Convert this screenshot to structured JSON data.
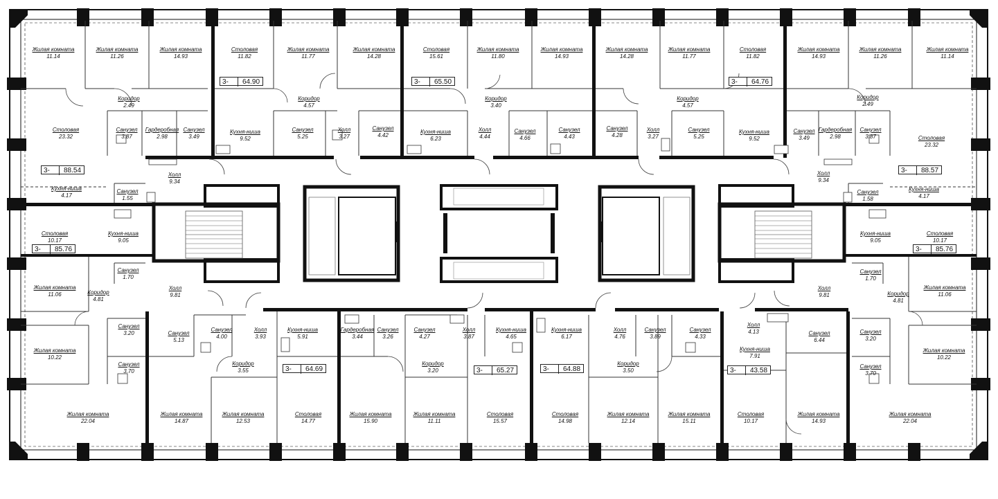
{
  "plan": {
    "rooms": [
      {
        "name": "Жилая комната",
        "area": "11.14"
      },
      {
        "name": "Жилая комната",
        "area": "11.26"
      },
      {
        "name": "Жилая комната",
        "area": "14.93"
      },
      {
        "name": "Столовая",
        "area": "11.82"
      },
      {
        "name": "Жилая комната",
        "area": "11.77"
      },
      {
        "name": "Жилая комната",
        "area": "14.28"
      },
      {
        "name": "Столовая",
        "area": "15.61"
      },
      {
        "name": "Жилая комната",
        "area": "11.80"
      },
      {
        "name": "Жилая комната",
        "area": "14.93"
      },
      {
        "name": "Жилая комната",
        "area": "14.28"
      },
      {
        "name": "Жилая комната",
        "area": "11.77"
      },
      {
        "name": "Столовая",
        "area": "11.82"
      },
      {
        "name": "Жилая комната",
        "area": "14.93"
      },
      {
        "name": "Жилая комната",
        "area": "11.26"
      },
      {
        "name": "Жилая комната",
        "area": "11.14"
      },
      {
        "name": "Коридор",
        "area": "2.49"
      },
      {
        "name": "Коридор",
        "area": "4.57"
      },
      {
        "name": "Коридор",
        "area": "3.40"
      },
      {
        "name": "Коридор",
        "area": "4.57"
      },
      {
        "name": "Коридор",
        "area": "2.49"
      },
      {
        "name": "Столовая",
        "area": "23.32"
      },
      {
        "name": "Санузел",
        "area": "3.87"
      },
      {
        "name": "Гардеробная",
        "area": "2.98"
      },
      {
        "name": "Санузел",
        "area": "3.49"
      },
      {
        "name": "Кухня-ниша",
        "area": "9.52"
      },
      {
        "name": "Санузел",
        "area": "5.25"
      },
      {
        "name": "Холл",
        "area": "3.27"
      },
      {
        "name": "Санузел",
        "area": "4.42"
      },
      {
        "name": "Кухня-ниша",
        "area": "6.23"
      },
      {
        "name": "Холл",
        "area": "4.44"
      },
      {
        "name": "Санузел",
        "area": "4.66"
      },
      {
        "name": "Санузел",
        "area": "4.43"
      },
      {
        "name": "Санузел",
        "area": "4.28"
      },
      {
        "name": "Холл",
        "area": "3.27"
      },
      {
        "name": "Санузел",
        "area": "5.25"
      },
      {
        "name": "Кухня-ниша",
        "area": "9.52"
      },
      {
        "name": "Санузел",
        "area": "3.49"
      },
      {
        "name": "Гардеробная",
        "area": "2.98"
      },
      {
        "name": "Санузел",
        "area": "3.87"
      },
      {
        "name": "Столовая",
        "area": "23.32"
      },
      {
        "name": "Холл",
        "area": "9.34"
      },
      {
        "name": "Холл",
        "area": "9.34"
      },
      {
        "name": "Кухня-ниша",
        "area": "4.17"
      },
      {
        "name": "Санузел",
        "area": "1.55"
      },
      {
        "name": "Санузел",
        "area": "1.58"
      },
      {
        "name": "Кухня-ниша",
        "area": "4.17"
      },
      {
        "name": "Столовая",
        "area": "10.17"
      },
      {
        "name": "Кухня-ниша",
        "area": "9.05"
      },
      {
        "name": "Кухня-ниша",
        "area": "9.05"
      },
      {
        "name": "Столовая",
        "area": "10.17"
      },
      {
        "name": "Санузел",
        "area": "1.70"
      },
      {
        "name": "Санузел",
        "area": "1.70"
      },
      {
        "name": "Жилая комната",
        "area": "11.06"
      },
      {
        "name": "Коридор",
        "area": "4.81"
      },
      {
        "name": "Холл",
        "area": "9.81"
      },
      {
        "name": "Холл",
        "area": "9.81"
      },
      {
        "name": "Коридор",
        "area": "4.81"
      },
      {
        "name": "Жилая комната",
        "area": "11.06"
      },
      {
        "name": "Санузел",
        "area": "3.20"
      },
      {
        "name": "Санузел",
        "area": "5.13"
      },
      {
        "name": "Санузел",
        "area": "4.00"
      },
      {
        "name": "Холл",
        "area": "3.93"
      },
      {
        "name": "Кухня-ниша",
        "area": "5.91"
      },
      {
        "name": "Гардеробная",
        "area": "3.44"
      },
      {
        "name": "Санузел",
        "area": "3.26"
      },
      {
        "name": "Санузел",
        "area": "4.27"
      },
      {
        "name": "Холл",
        "area": "3.87"
      },
      {
        "name": "Кухня-ниша",
        "area": "4.65"
      },
      {
        "name": "Кухня-ниша",
        "area": "6.17"
      },
      {
        "name": "Холл",
        "area": "4.76"
      },
      {
        "name": "Санузел",
        "area": "3.89"
      },
      {
        "name": "Санузел",
        "area": "4.33"
      },
      {
        "name": "Холл",
        "area": "4.13"
      },
      {
        "name": "Кухня-ниша",
        "area": "7.91"
      },
      {
        "name": "Санузел",
        "area": "6.44"
      },
      {
        "name": "Санузел",
        "area": "3.20"
      },
      {
        "name": "Жилая комната",
        "area": "10.22"
      },
      {
        "name": "Жилая комната",
        "area": "10.22"
      },
      {
        "name": "Санузел",
        "area": "3.70"
      },
      {
        "name": "Санузел",
        "area": "3.70"
      },
      {
        "name": "Коридор",
        "area": "3.55"
      },
      {
        "name": "Коридор",
        "area": "3.20"
      },
      {
        "name": "Коридор",
        "area": "3.50"
      },
      {
        "name": "Жилая комната",
        "area": "22.04"
      },
      {
        "name": "Жилая комната",
        "area": "14.87"
      },
      {
        "name": "Жилая комната",
        "area": "12.53"
      },
      {
        "name": "Столовая",
        "area": "14.77"
      },
      {
        "name": "Жилая комната",
        "area": "15.90"
      },
      {
        "name": "Жилая комната",
        "area": "11.11"
      },
      {
        "name": "Столовая",
        "area": "15.57"
      },
      {
        "name": "Столовая",
        "area": "14.98"
      },
      {
        "name": "Жилая комната",
        "area": "12.14"
      },
      {
        "name": "Жилая комната",
        "area": "15.11"
      },
      {
        "name": "Столовая",
        "area": "10.17"
      },
      {
        "name": "Жилая комната",
        "area": "14.93"
      },
      {
        "name": "Жилая комната",
        "area": "22.04"
      }
    ],
    "apartments": [
      {
        "type": "3-",
        "area": "64.90"
      },
      {
        "type": "3-",
        "area": "65.50"
      },
      {
        "type": "3-",
        "area": "64.76"
      },
      {
        "type": "3-",
        "area": "88.54"
      },
      {
        "type": "3-",
        "area": "88.57"
      },
      {
        "type": "3-",
        "area": "85.76"
      },
      {
        "type": "3-",
        "area": "85.76"
      },
      {
        "type": "3-",
        "area": "64.69"
      },
      {
        "type": "3-",
        "area": "65.27"
      },
      {
        "type": "3-",
        "area": "64.88"
      },
      {
        "type": "3-",
        "area": "43.58"
      }
    ]
  }
}
